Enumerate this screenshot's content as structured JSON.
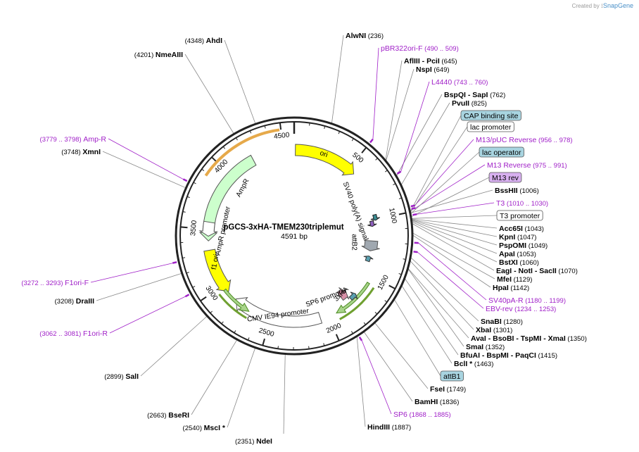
{
  "credit": {
    "prefix": "Created by",
    "brand": "SnapGene"
  },
  "map": {
    "name": "pGCS-3xHA-TMEM230triplemut",
    "length_label": "4591 bp",
    "length": 4591
  },
  "ticks": [
    "500",
    "1000",
    "1500",
    "2000",
    "2500",
    "3000",
    "3500",
    "4000",
    "4500"
  ],
  "enzymes": [
    {
      "name": "AlwNI",
      "pos": "(236)"
    },
    {
      "name": "AflIII",
      "sep": "- PciI",
      "pos": "(645)"
    },
    {
      "name": "NspI",
      "pos": "(649)"
    },
    {
      "name": "BspQI",
      "sep": "- SapI",
      "pos": "(762)"
    },
    {
      "name": "PvuII",
      "pos": "(825)"
    },
    {
      "name": "BssHII",
      "pos": "(1006)"
    },
    {
      "name": "Acc65I",
      "pos": "(1043)"
    },
    {
      "name": "KpnI",
      "pos": "(1047)"
    },
    {
      "name": "PspOMI",
      "pos": "(1049)"
    },
    {
      "name": "ApaI",
      "pos": "(1053)"
    },
    {
      "name": "BstXI",
      "pos": "(1060)"
    },
    {
      "name": "EagI",
      "sep": "- NotI - SacII",
      "pos": "(1070)"
    },
    {
      "name": "MfeI",
      "pos": "(1129)"
    },
    {
      "name": "HpaI",
      "pos": "(1142)"
    },
    {
      "name": "SnaBI",
      "pos": "(1280)"
    },
    {
      "name": "XbaI",
      "pos": "(1301)"
    },
    {
      "name": "AvaI",
      "sep": "- BsoBI - TspMI - XmaI",
      "pos": "(1350)"
    },
    {
      "name": "SmaI",
      "pos": "(1352)"
    },
    {
      "name": "BfuAI",
      "sep": "- BspMI - PaqCI",
      "pos": "(1415)"
    },
    {
      "name": "BclI *",
      "pos": "(1463)"
    },
    {
      "name": "FseI",
      "pos": "(1749)"
    },
    {
      "name": "BamHI",
      "pos": "(1836)"
    },
    {
      "name": "HindIII",
      "pos": "(1887)"
    },
    {
      "name": "NdeI",
      "pos": "(2351)"
    },
    {
      "name": "MscI *",
      "pos": "(2540)"
    },
    {
      "name": "BseRI",
      "pos": "(2663)"
    },
    {
      "name": "SalI",
      "pos": "(2899)"
    },
    {
      "name": "DraIII",
      "pos": "(3208)"
    },
    {
      "name": "XmnI",
      "pos": "(3748)"
    },
    {
      "name": "NmeAIII",
      "pos": "(4201)"
    },
    {
      "name": "AhdI",
      "pos": "(4348)"
    }
  ],
  "primers": [
    {
      "name": "pBR322ori-F",
      "range": "(490 .. 509)"
    },
    {
      "name": "L4440",
      "range": "(743 .. 760)"
    },
    {
      "name": "M13/pUC Reverse",
      "range": "(956 .. 978)"
    },
    {
      "name": "M13 Reverse",
      "range": "(975 .. 991)"
    },
    {
      "name": "T3",
      "range": "(1010 .. 1030)"
    },
    {
      "name": "SV40pA-R",
      "range": "(1180 .. 1199)"
    },
    {
      "name": "EBV-rev",
      "range": "(1234 .. 1253)"
    },
    {
      "name": "SP6",
      "range": "(1868 .. 1885)"
    },
    {
      "name": "F1ori-R",
      "range": "(3062 .. 3081)"
    },
    {
      "name": "F1ori-F",
      "range": "(3272 .. 3293)"
    },
    {
      "name": "Amp-R",
      "range": "(3779 .. 3798)"
    }
  ],
  "boxed_features": [
    {
      "name": "CAP binding site",
      "style": "blue"
    },
    {
      "name": "lac promoter",
      "style": "white"
    },
    {
      "name": "lac operator",
      "style": "blue"
    },
    {
      "name": "M13 rev",
      "style": "violet"
    },
    {
      "name": "T3 promoter",
      "style": "white"
    },
    {
      "name": "attB1",
      "style": "blue"
    }
  ],
  "features": {
    "ori": "ori",
    "sv40": "SV40 poly(A) signal",
    "attb2": "attB2",
    "sp6prom": "SP6 promoter",
    "ha": "3xHA",
    "cmv": "CMV IE94 promoter",
    "f1ori": "f1 ori",
    "amppromoter": "AmpR promoter",
    "ampr": "AmpR"
  },
  "colors": {
    "ori": "#ffff00",
    "f1ori": "#ffff00",
    "ampr": "#ccffcc",
    "cmv": "#ffffff",
    "sv40": "#a0a8b0",
    "attb2": "#5aa0b0",
    "ha": "#d890a8",
    "primer": "#a020c8",
    "box_blue": "#a8d4e0",
    "box_violet": "#d8b0f0"
  }
}
